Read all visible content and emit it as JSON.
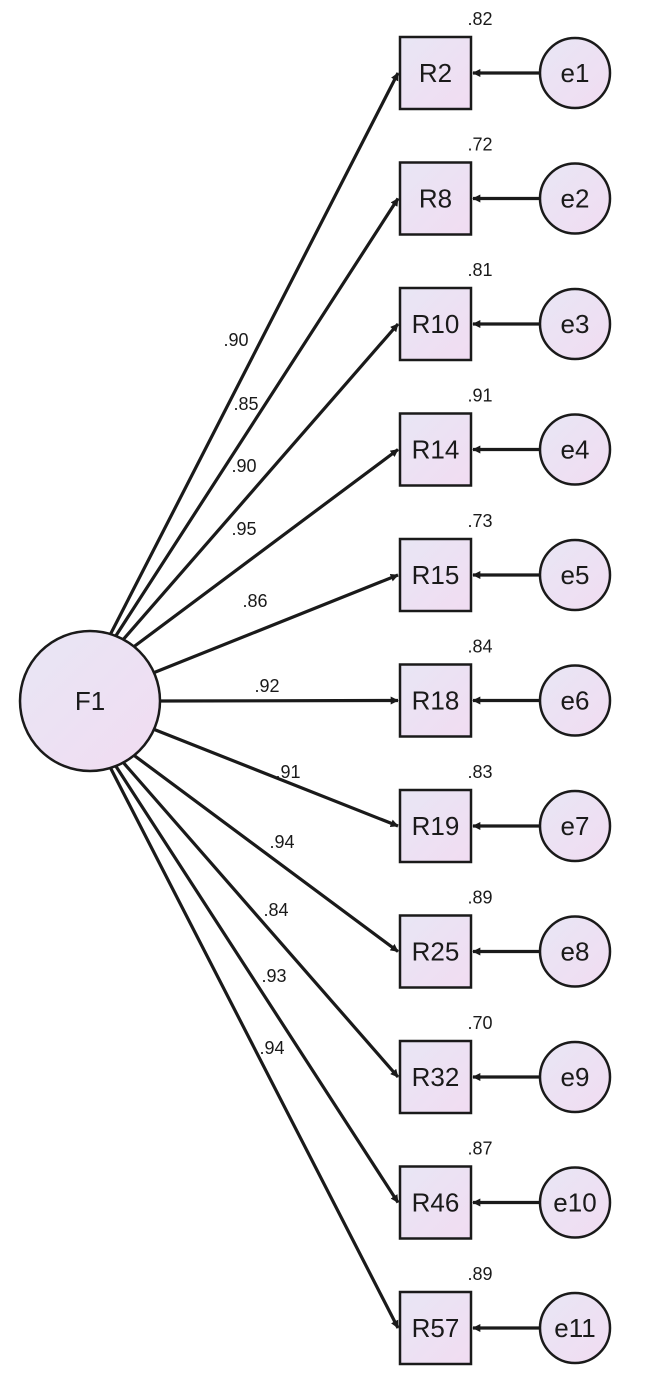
{
  "diagram": {
    "factor": {
      "label": "F1"
    },
    "indicators": [
      {
        "label": "R2",
        "loading": ".90",
        "r2": ".82",
        "error": "e1"
      },
      {
        "label": "R8",
        "loading": ".85",
        "r2": ".72",
        "error": "e2"
      },
      {
        "label": "R10",
        "loading": ".90",
        "r2": ".81",
        "error": "e3"
      },
      {
        "label": "R14",
        "loading": ".95",
        "r2": ".91",
        "error": "e4"
      },
      {
        "label": "R15",
        "loading": ".86",
        "r2": ".73",
        "error": "e5"
      },
      {
        "label": "R18",
        "loading": ".92",
        "r2": ".84",
        "error": "e6"
      },
      {
        "label": "R19",
        "loading": ".91",
        "r2": ".83",
        "error": "e7"
      },
      {
        "label": "R25",
        "loading": ".94",
        "r2": ".89",
        "error": "e8"
      },
      {
        "label": "R32",
        "loading": ".84",
        "r2": ".70",
        "error": "e9"
      },
      {
        "label": "R46",
        "loading": ".93",
        "r2": ".87",
        "error": "e10"
      },
      {
        "label": "R57",
        "loading": ".94",
        "r2": ".89",
        "error": "e11"
      }
    ],
    "colors": {
      "node_fill_start": "#e8e6f4",
      "node_fill_end": "#f1dcf2",
      "stroke": "#1a1a1a"
    }
  }
}
